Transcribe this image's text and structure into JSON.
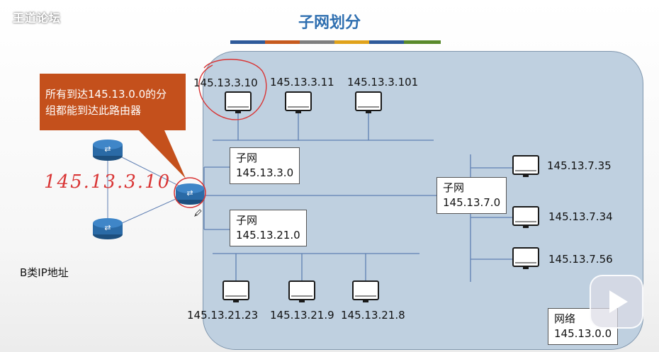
{
  "watermark": "王道论坛",
  "title": "子网划分",
  "title_bar_colors": [
    "#2e5a9a",
    "#c65a1e",
    "#7f7f7f",
    "#e0a21a",
    "#2e5a9a",
    "#5a8a2c"
  ],
  "callout": {
    "line1": "所有到达145.13.0.0的分",
    "line2": "组都能到达此路由器",
    "color": "#c4501c"
  },
  "handwritten_ip": "145.13.3.10",
  "address_class_label": "B类IP地址",
  "hosts": {
    "top": [
      "145.13.3.10",
      "145.13.3.11",
      "145.13.3.101"
    ],
    "bottom": [
      "145.13.21.23",
      "145.13.21.9",
      "145.13.21.8"
    ],
    "right": [
      "145.13.7.35",
      "145.13.7.34",
      "145.13.7.56"
    ]
  },
  "subnets": {
    "s3": {
      "label": "子网",
      "address": "145.13.3.0"
    },
    "s21": {
      "label": "子网",
      "address": "145.13.21.0"
    },
    "s7": {
      "label": "子网",
      "address": "145.13.7.0"
    }
  },
  "network": {
    "label": "网络",
    "address": "145.13.0.0"
  },
  "icons": {
    "router": "router-icon",
    "computer": "computer-icon",
    "play": "play-icon",
    "pen": "pen-icon"
  }
}
